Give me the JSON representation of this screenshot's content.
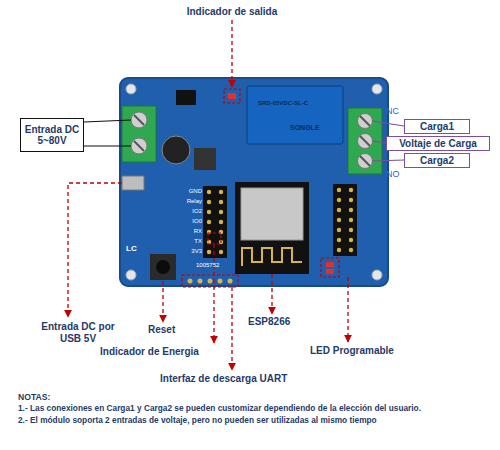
{
  "diagram": {
    "nodes": [
      {
        "text": [
          "Entrada DC 5~80V"
        ]
      },
      {
        "text": [
          "Carga1"
        ]
      },
      {
        "text": [
          "Voltaje de Carga"
        ]
      },
      {
        "text": [
          "Carga2"
        ]
      }
    ],
    "labels": [
      "Indicador de salida",
      "NC",
      "SRD-05VDC-SL-C",
      "SONGLE",
      "NO",
      "LC",
      "GND",
      "Relay",
      "IO2",
      "IO0",
      "RX",
      "TX",
      "3V3",
      "1005752",
      "Entrada DC por USB 5V",
      "Reset",
      "ESP8266",
      "LED Programable",
      "Indicador de Energia",
      "Interfaz de descarga UART",
      "NOTAS:",
      "1.- Las conexiones en Carga1 y Carga2 se pueden customizar dependiendo de la elección del usuario.",
      "2.- El módulo soporta 2 entradas de voltaje, pero no pueden ser utilizadas al mismo tiempo"
    ]
  }
}
